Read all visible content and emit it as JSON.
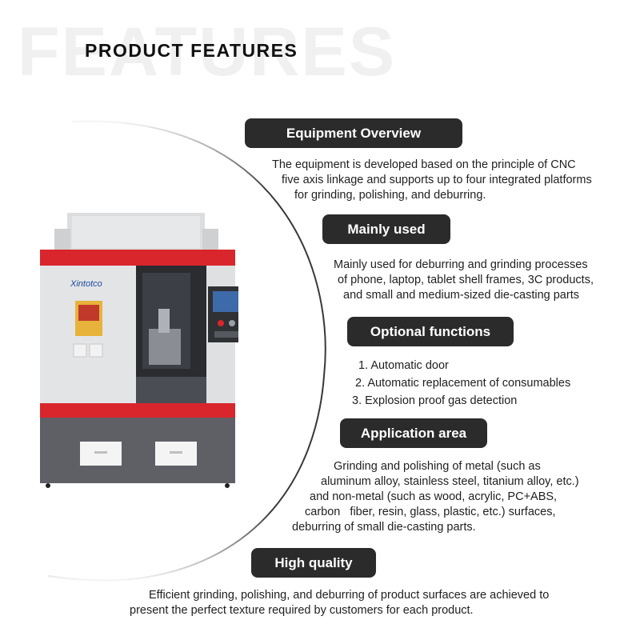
{
  "watermark": "FEATURES",
  "title": "PRODUCT FEATURES",
  "brand": "Xintotco",
  "sections": [
    {
      "heading": "Equipment Overview",
      "lines": [
        "The equipment is developed based on the principle of CNC",
        "five axis linkage and supports up to four integrated platforms",
        "for grinding, polishing, and deburring."
      ]
    },
    {
      "heading": "Mainly used",
      "lines": [
        "Mainly used for deburring and grinding processes",
        "of phone, laptop, tablet shell frames, 3C products,",
        "and small and medium-sized die-casting parts"
      ]
    },
    {
      "heading": "Optional functions",
      "lines": [
        "1. Automatic door",
        "2. Automatic replacement of consumables",
        "3. Explosion proof gas detection"
      ]
    },
    {
      "heading": "Application area",
      "lines": [
        "Grinding and polishing of metal (such as",
        "aluminum alloy, stainless steel, titanium alloy, etc.)",
        "and non-metal (such as wood, acrylic, PC+ABS,",
        "carbon   fiber, resin, glass, plastic, etc.) surfaces,",
        "deburring of small die-casting parts."
      ]
    },
    {
      "heading": "High quality",
      "lines": [
        "Efficient grinding, polishing, and deburring of product surfaces are achieved to",
        "present the perfect texture required by customers for each product."
      ]
    }
  ],
  "colors": {
    "pill_bg": "#2b2b2b",
    "machine_red": "#d9262c",
    "machine_gray": "#5e6066",
    "machine_panel": "#e3e4e6"
  }
}
